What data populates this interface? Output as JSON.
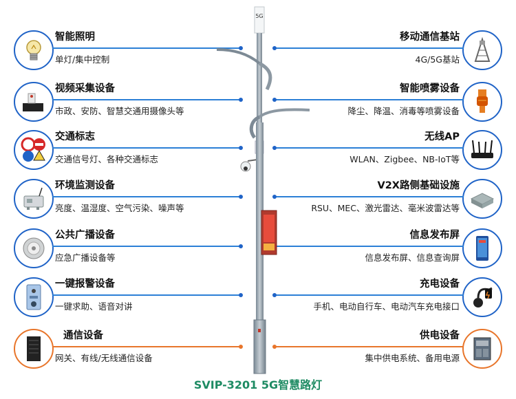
{
  "left_items": [
    {
      "title": "智能照明",
      "desc": "单灯/集中控制",
      "icon": "light-bulb-icon"
    },
    {
      "title": "视频采集设备",
      "desc": "市政、安防、智慧交通用摄像头等",
      "icon": "camera-icon"
    },
    {
      "title": "交通标志",
      "desc": "交通信号灯、各种交通标志",
      "icon": "traffic-sign-icon"
    },
    {
      "title": "环境监测设备",
      "desc": "亮度、温湿度、空气污染、噪声等",
      "icon": "sensor-icon"
    },
    {
      "title": "公共广播设备",
      "desc": "应急广播设备等",
      "icon": "speaker-icon"
    },
    {
      "title": "一键报警设备",
      "desc": "一键求助、语音对讲",
      "icon": "alarm-panel-icon"
    },
    {
      "title": "通信设备",
      "desc": "网关、有线/无线通信设备",
      "icon": "server-cabinet-icon"
    }
  ],
  "right_items": [
    {
      "title": "移动通信基站",
      "desc": "4G/5G基站",
      "icon": "base-station-icon"
    },
    {
      "title": "智能喷雾设备",
      "desc": "降尘、降温、消毒等喷雾设备",
      "icon": "spray-nozzle-icon"
    },
    {
      "title": "无线AP",
      "desc": "WLAN、Zigbee、NB-IoT等",
      "icon": "wifi-router-icon"
    },
    {
      "title": "V2X路侧基础设施",
      "desc": "RSU、MEC、激光雷达、毫米波雷达等",
      "icon": "roadside-unit-icon"
    },
    {
      "title": "信息发布屏",
      "desc": "信息发布屏、信息查询屏",
      "icon": "display-screen-icon"
    },
    {
      "title": "充电设备",
      "desc": "手机、电动自行车、电动汽车充电接口",
      "icon": "charger-plug-icon"
    },
    {
      "title": "供电设备",
      "desc": "集中供电系统、备用电源",
      "icon": "power-cabinet-icon"
    }
  ],
  "pole_label": "5G",
  "caption": "SVIP-3201 5G智慧路灯",
  "colors": {
    "blue": "#1f63c7",
    "orange": "#e8752a",
    "caption": "#1e8b63"
  }
}
